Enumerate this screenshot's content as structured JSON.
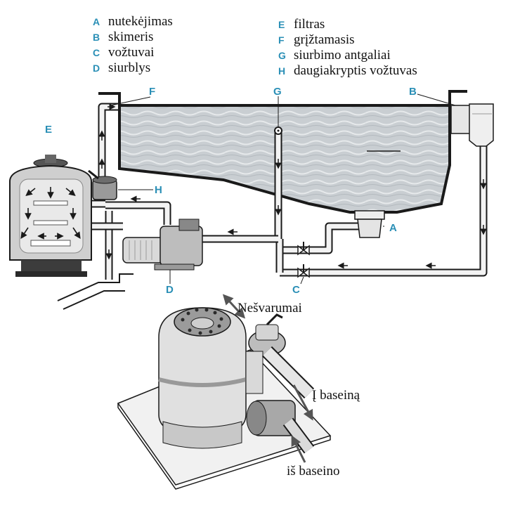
{
  "legend": {
    "left": [
      {
        "key": "A",
        "text": "nutekėjimas"
      },
      {
        "key": "B",
        "text": "skimeris"
      },
      {
        "key": "C",
        "text": "vožtuvai"
      },
      {
        "key": "D",
        "text": "siurblys"
      }
    ],
    "right": [
      {
        "key": "E",
        "text": "filtras"
      },
      {
        "key": "F",
        "text": "grįžtamasis"
      },
      {
        "key": "G",
        "text": "siurbimo antgaliai"
      },
      {
        "key": "H",
        "text": "daugiakryptis vožtuvas"
      }
    ]
  },
  "callouts": {
    "A": "A",
    "B": "B",
    "C": "C",
    "D": "D",
    "E": "E",
    "F": "F",
    "G": "G",
    "H": "H"
  },
  "bottom_labels": {
    "waste": "Nešvarumai",
    "to_pool": "Į baseiną",
    "from_pool": "iš baseino"
  },
  "colors": {
    "accent": "#2a8fb6",
    "line": "#1a1a1a",
    "water": "#c7ccd0",
    "pipe": "#f2f2f2"
  }
}
